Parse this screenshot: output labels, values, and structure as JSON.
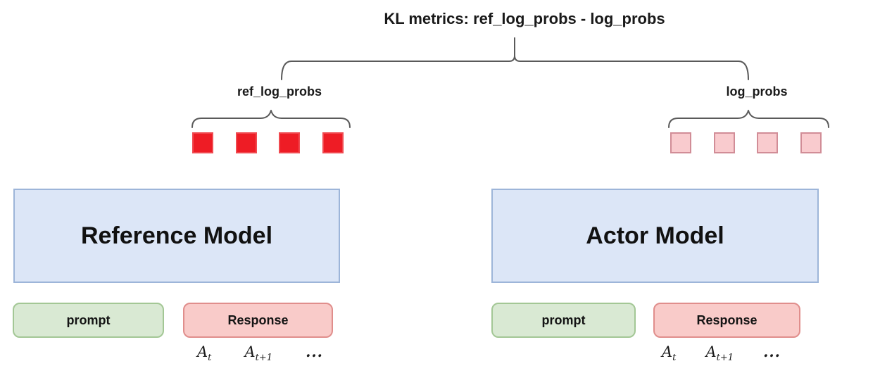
{
  "title": "KL metrics: ref_log_probs - log_probs",
  "colors": {
    "model_fill": "#dce6f7",
    "model_border": "#9db5d9",
    "prompt_fill": "#d9e9d3",
    "prompt_border": "#a3c795",
    "response_fill": "#f9cbc9",
    "response_border": "#e08e8c",
    "ref_token_fill": "#ee1c25",
    "ref_token_border": "#f04a50",
    "actor_token_fill": "#f9cbce",
    "actor_token_border": "#d18d97",
    "brace": "#5a5a5a"
  },
  "kl_group": {
    "left": {
      "label": "ref_log_probs",
      "token_count": 4
    },
    "right": {
      "label": "log_probs",
      "token_count": 4
    }
  },
  "reference_section": {
    "model_name": "Reference Model",
    "prompt_label": "prompt",
    "response_label": "Response",
    "actions": [
      {
        "base": "A",
        "sub": "t"
      },
      {
        "base": "A",
        "sub": "t+1"
      },
      {
        "base": "...",
        "sub": ""
      }
    ]
  },
  "actor_section": {
    "model_name": "Actor Model",
    "prompt_label": "prompt",
    "response_label": "Response",
    "actions": [
      {
        "base": "A",
        "sub": "t"
      },
      {
        "base": "A",
        "sub": "t+1"
      },
      {
        "base": "...",
        "sub": ""
      }
    ]
  }
}
